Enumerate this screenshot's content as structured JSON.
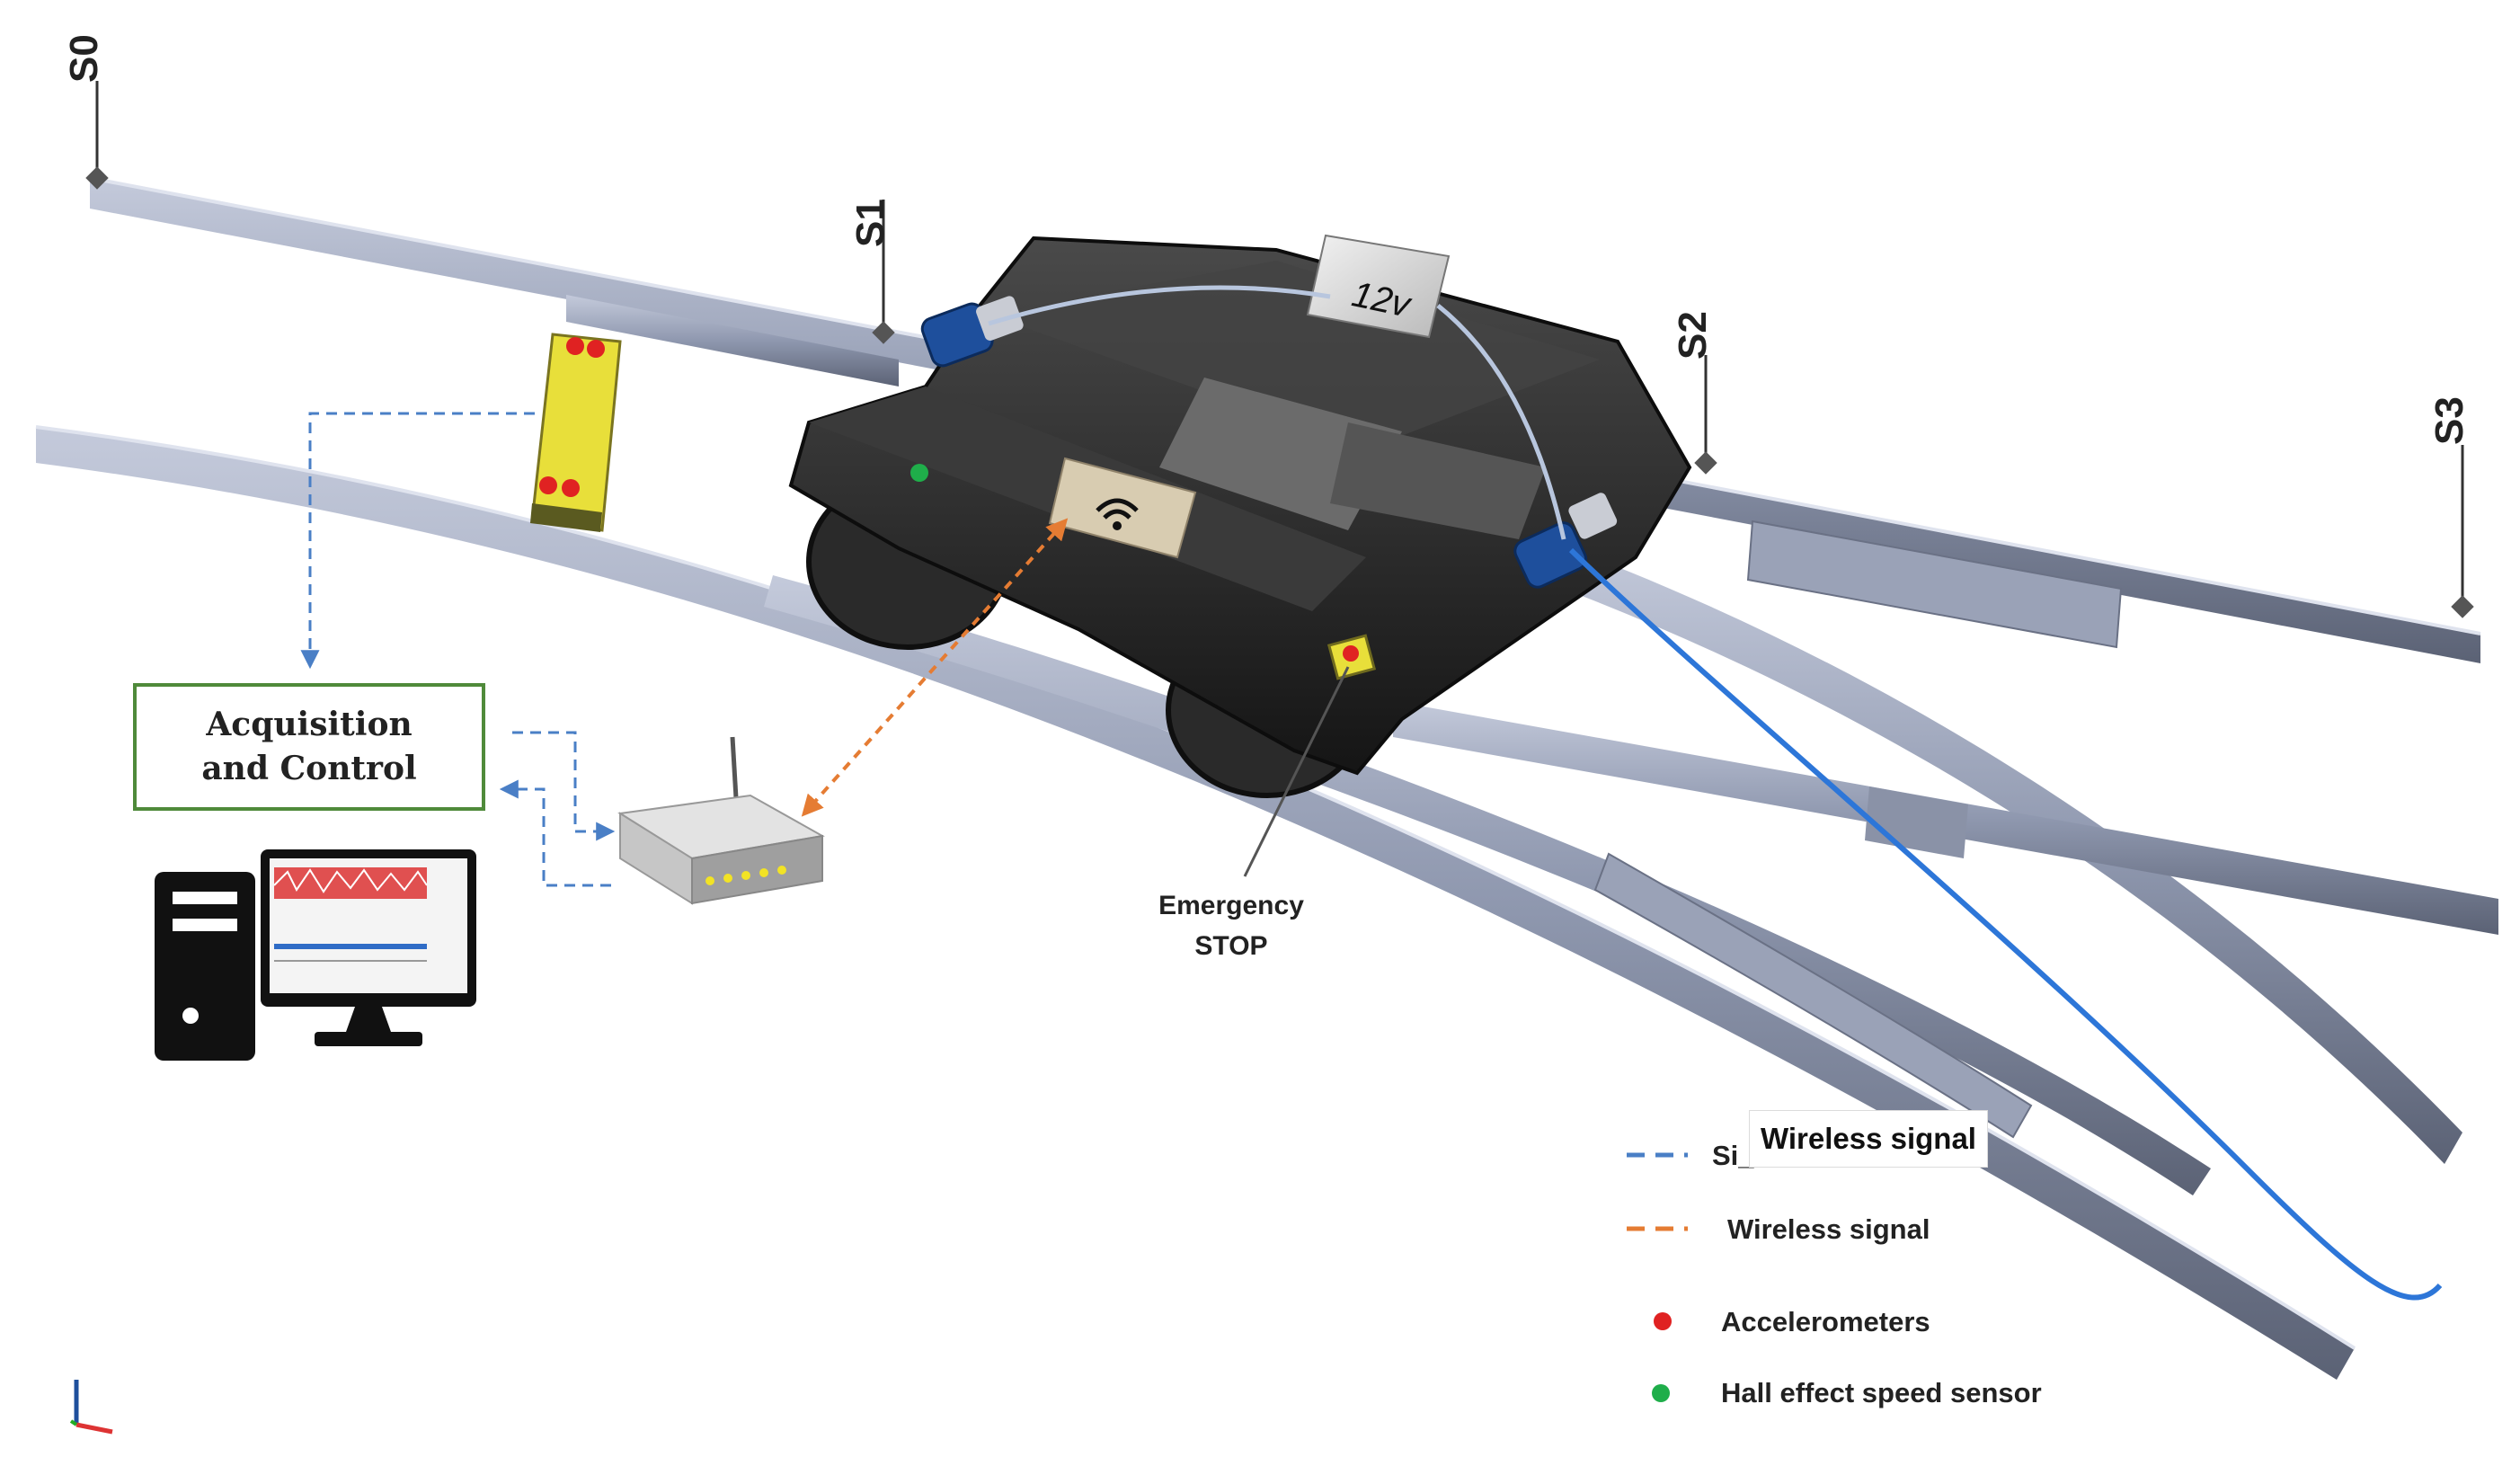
{
  "stations": {
    "s0": "S0",
    "s1": "S1",
    "s2": "S2",
    "s3": "S3"
  },
  "box": {
    "line1": "Acquisition",
    "line2": "and Control"
  },
  "bogie": {
    "battery_label": "12v"
  },
  "emergency": {
    "line1": "Emergency",
    "line2": "STOP"
  },
  "legend": {
    "signal_cut": "Si_",
    "signal_tag": "Wireless signal",
    "wireless": "Wireless signal",
    "accelerometers": "Accelerometers",
    "hall": "Hall effect speed sensor"
  },
  "colors": {
    "signal_blue": "#4a7fc6",
    "wireless_orange": "#e57c33",
    "accelerometer_red": "#e02222",
    "hall_green": "#1fae4a",
    "rail": "#8e97ad",
    "box_border": "#4f8a3a"
  },
  "icons": [
    "wifi-icon",
    "router-icon",
    "computer-icon",
    "monitor-icon",
    "axis-triad-icon"
  ]
}
